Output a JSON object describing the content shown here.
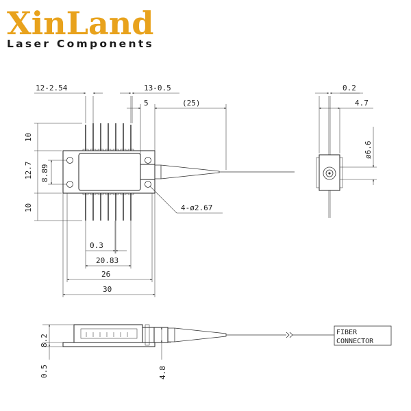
{
  "logo": {
    "brand_first": "Xin",
    "brand_second": "Land",
    "tagline": "Laser Components",
    "brand_color": "#e8a21c"
  },
  "top_view": {
    "dim_pitch": "12-2.54",
    "dim_pin_len_right": "13-0.5",
    "dim_flange": "5",
    "dim_fiber_len": "(25)",
    "dim_left_top": "10",
    "dim_left_mid": "12.7",
    "dim_left_inner": "8.89",
    "dim_left_bottom": "10",
    "dim_pin_width": "0.3",
    "dim_pin_span": "20.83",
    "dim_body_len": "26",
    "dim_total_len": "30",
    "dim_holes": "4-ø2.67"
  },
  "side_view": {
    "dim_top": "0.2",
    "dim_width": "4.7",
    "dim_diameter": "ø6.6"
  },
  "bottom_view": {
    "dim_height": "8.2",
    "dim_base": "0.5",
    "dim_tube": "4.8",
    "connector_line1": "FIBER",
    "connector_line2": "CONNECTOR"
  }
}
